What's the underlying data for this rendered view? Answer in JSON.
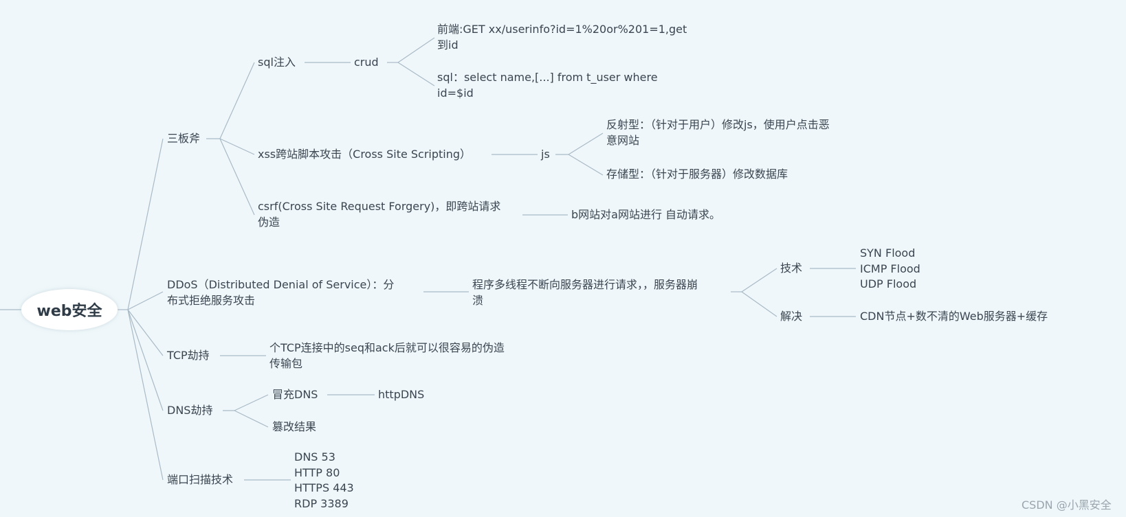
{
  "root": "web安全",
  "watermark": "CSDN @小黑安全",
  "colors": {
    "background": "#eff7fa",
    "line": "#a9bac6",
    "text": "#3a4550"
  },
  "nodes": {
    "sanbanfu": "三板斧",
    "sql": "sql注入",
    "crud": "crud",
    "front1": "前端:GET xx/userinfo?id=1%20or%201=1,get",
    "front2": "到id",
    "sqlq1": "sql：select name,[...] from t_user where",
    "sqlq2": "id=$id",
    "xss": "xss跨站脚本攻击（Cross Site Scripting）",
    "js": "js",
    "refl1": "反射型：（针对于用户）修改js，使用户点击恶",
    "refl2": "意网站",
    "stored": "存储型：（针对于服务器）修改数据库",
    "csrf1": "csrf(Cross Site Request Forgery)，即跨站请求",
    "csrf2": "伪造",
    "csrf_child": "b网站对a网站进行 自动请求。",
    "ddos1": "DDoS（Distributed Denial of Service）：分",
    "ddos2": "布式拒绝服务攻击",
    "ddos_child1": "程序多线程不断向服务器进行请求，，服务器崩",
    "ddos_child2": "溃",
    "tech": "技术",
    "syn": "SYN Flood",
    "icmp": "ICMP Flood",
    "udp": "UDP Flood",
    "solve": "解决",
    "cdn": "CDN节点+数不清的Web服务器+缓存",
    "tcp": "TCP劫持",
    "tcp_child1": "个TCP连接中的seq和ack后就可以很容易的伪造",
    "tcp_child2": "传输包",
    "dns": "DNS劫持",
    "fake_dns": "冒充DNS",
    "httpdns": "httpDNS",
    "tamper": "篡改结果",
    "portscan": "端口扫描技术",
    "port_dns": "DNS 53",
    "port_http": "HTTP 80",
    "port_https": "HTTPS 443",
    "port_rdp": "RDP 3389"
  }
}
